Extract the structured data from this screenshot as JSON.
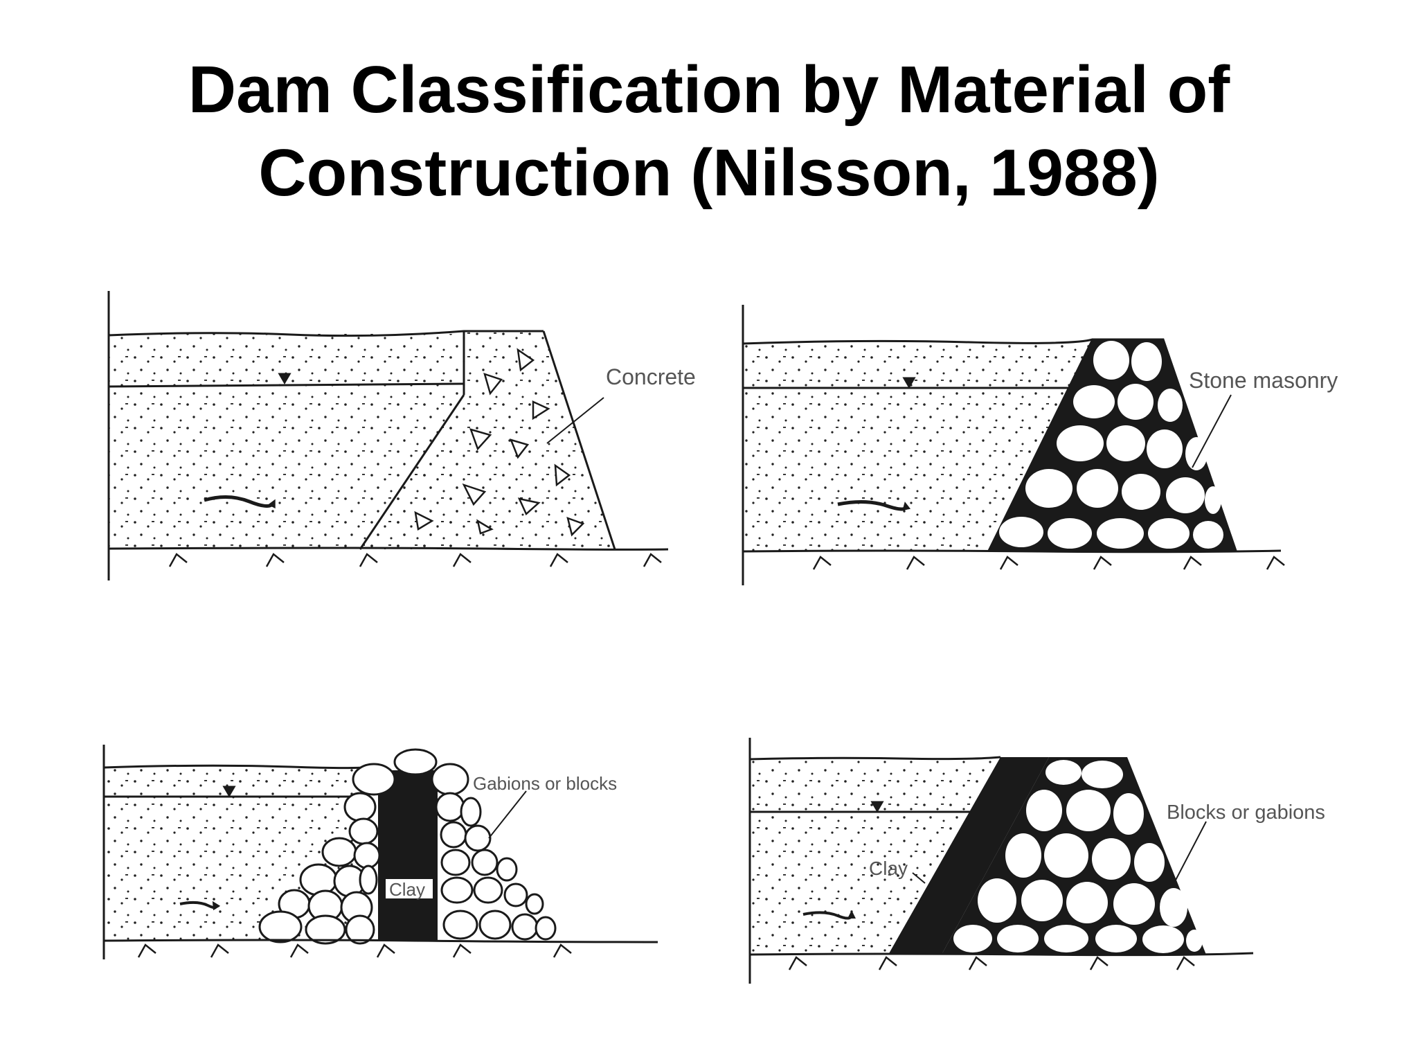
{
  "slide": {
    "title_line1": "Dam Classification by Material of",
    "title_line2": "Construction (Nilsson, 1988)"
  },
  "panels": {
    "concrete": {
      "label": "Concrete"
    },
    "stone_masonry": {
      "label": "Stone masonry"
    },
    "gabion_clay_core": {
      "material_label": "Gabions or blocks",
      "core_label": "Clay"
    },
    "blocks_clay_face": {
      "material_label": "Blocks or gabions",
      "core_label": "Clay"
    }
  },
  "colors": {
    "ink": "#1a1a1a",
    "label": "#555555",
    "background": "#ffffff"
  }
}
